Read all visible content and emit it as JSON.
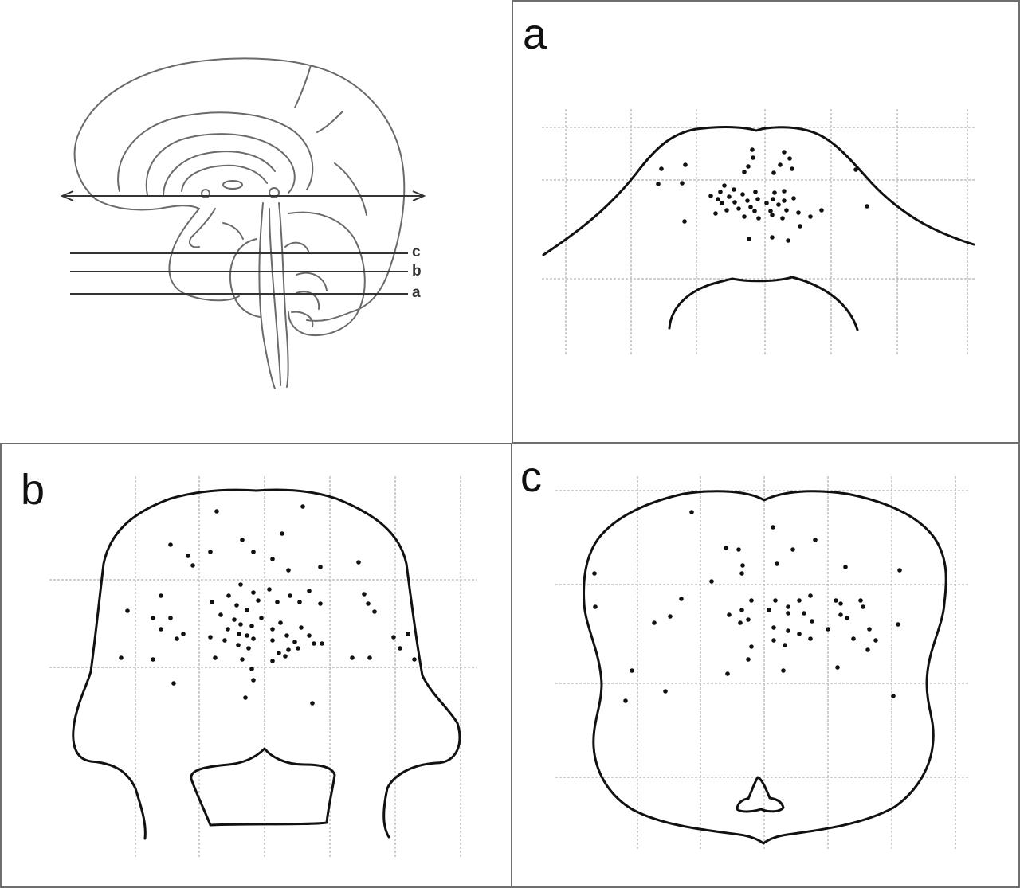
{
  "overview": {
    "level_labels": [
      "c",
      "b",
      "a"
    ]
  },
  "panels": {
    "a": {
      "letter": "a"
    },
    "b": {
      "letter": "b"
    },
    "c": {
      "letter": "c"
    }
  },
  "colors": {
    "outline": "#111111",
    "grid": "#b5b5b5",
    "brain_line": "#6a6a6a",
    "panel_border": "#6e6e6e"
  }
}
